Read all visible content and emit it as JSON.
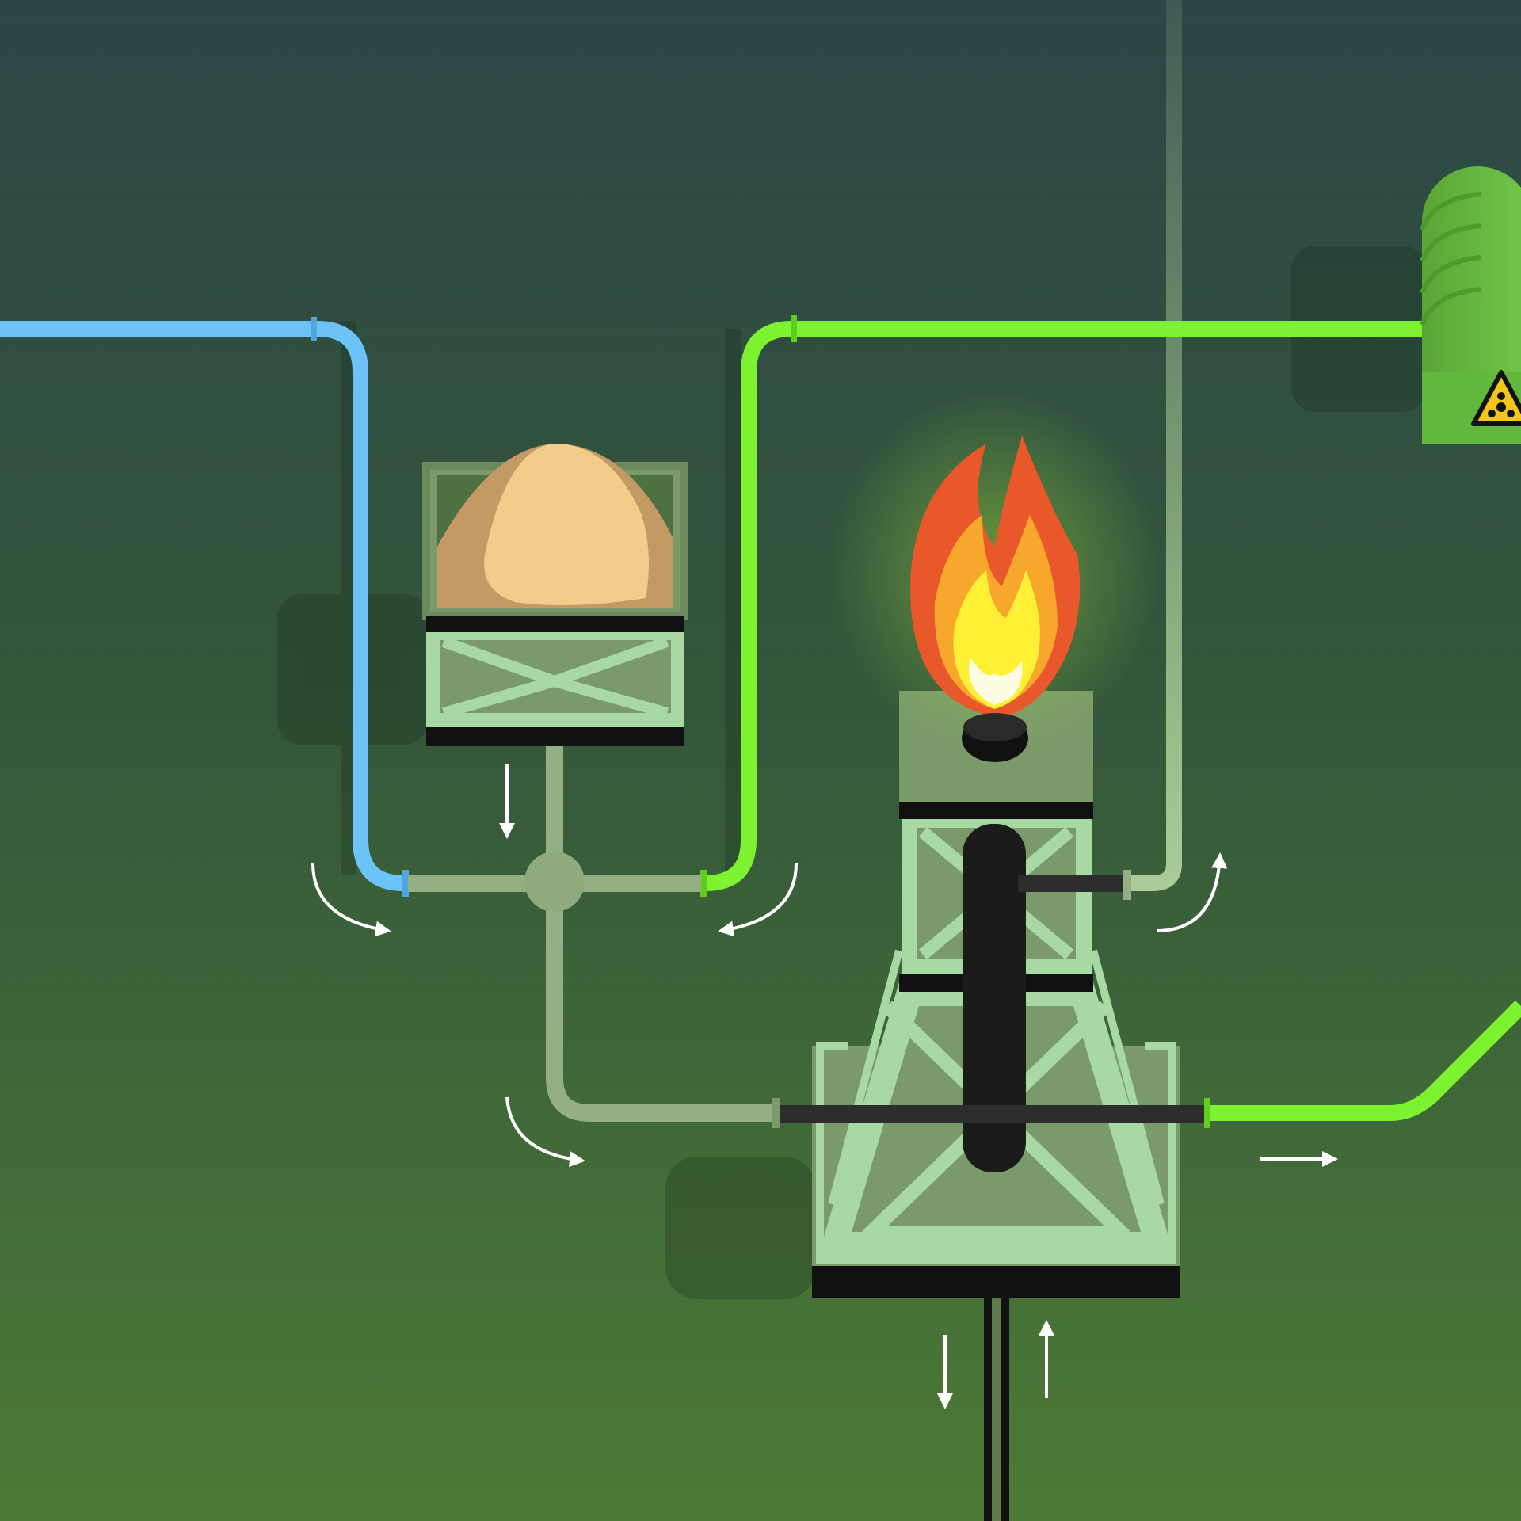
{
  "colors": {
    "background_top": "#2c4747",
    "background_mid": "#33563a",
    "background_bottom": "#4d7a36",
    "water_pipe": "#6cc3f7",
    "gas_pipe": "#7cf231",
    "process_pipe": "#95af84",
    "steam_pipe": "#a9cc98",
    "tower_light": "#a8d9a3",
    "tower_mid": "#7a9a6a",
    "tower_dark": "#5b7a4f",
    "flame_outer": "#e8582a",
    "flame_mid": "#f7a72b",
    "flame_core": "#fff036",
    "sand_light": "#f2cc8b",
    "sand_dark": "#c49a64",
    "tank_green": "#62b83c",
    "hazard_yellow": "#f5c518",
    "arrow_white": "#ffffff"
  },
  "components": {
    "water_inlet": {
      "medium": "water",
      "icon": "water-pipe"
    },
    "gas_inlet": {
      "medium": "gas",
      "icon": "gas-pipe"
    },
    "sand_hopper": {
      "content": "sand",
      "icon": "sand-pile-icon"
    },
    "flare_stack": {
      "icon": "flame-icon"
    },
    "storage_tank": {
      "icon": "radiation-hazard-icon"
    },
    "wellbore": {
      "icon": "well-pipe"
    }
  },
  "flow_arrows": [
    {
      "id": "water-in",
      "direction": "curve-down-right"
    },
    {
      "id": "sand-down",
      "direction": "down"
    },
    {
      "id": "gas-in",
      "direction": "curve-down-left"
    },
    {
      "id": "mix-to-well",
      "direction": "curve-down-right"
    },
    {
      "id": "steam-out",
      "direction": "curve-up-right"
    },
    {
      "id": "gas-out",
      "direction": "right"
    },
    {
      "id": "well-down",
      "direction": "down"
    },
    {
      "id": "well-up",
      "direction": "up"
    }
  ]
}
